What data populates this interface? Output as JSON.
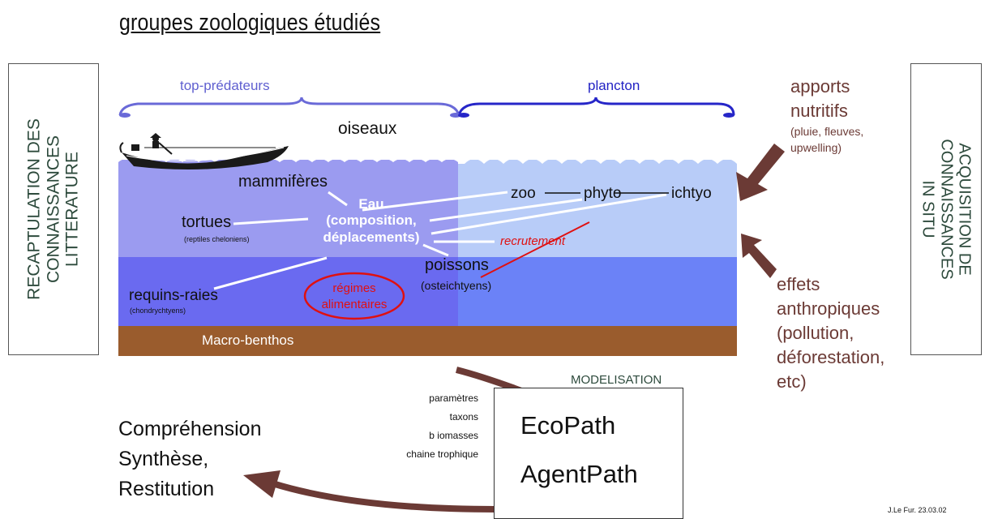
{
  "title": "groupes zoologiques étudiés",
  "left_panel": {
    "line1": "RECAPTULATION  DES",
    "line2": "CONNAISSANCES",
    "line3": "LITTERATURE"
  },
  "right_panel": {
    "line1": "ACQUISITION DE",
    "line2": "CONNAISSANCES",
    "line3": "IN SITU"
  },
  "brace_labels": {
    "top_predators": "top-prédateurs",
    "plankton": "plancton"
  },
  "groups": {
    "birds": "oiseaux",
    "mammals": "mammifères",
    "turtles": "tortues",
    "turtles_sub": "(reptiles cheloniens)",
    "sharks": "requins-raies",
    "sharks_sub": "(chondrychtyens)",
    "fish": "poissons",
    "fish_sub": "(osteichtyens)",
    "zoo": "zoo",
    "phyto": "phyto",
    "ichthyo": "ichtyo",
    "benthos": "Macro-benthos"
  },
  "water": {
    "line1": "Eau",
    "line2": "(composition,",
    "line3": "déplacements)"
  },
  "recruitment": "recrutement",
  "diet": {
    "line1": "régimes",
    "line2": "alimentaires"
  },
  "inputs": {
    "nutrients_line1": "apports",
    "nutrients_line2": "nutritifs",
    "nutrients_sub1": "(pluie, fleuves,",
    "nutrients_sub2": "upwelling)",
    "anthro": [
      "effets",
      "anthropiques",
      "(pollution,",
      "déforestation,",
      "etc)"
    ]
  },
  "modelling": {
    "label": "MODELISATION",
    "params": [
      "paramètres",
      "taxons",
      "b iomasses",
      "chaine trophique"
    ],
    "software": [
      "EcoPath",
      "AgentPath"
    ]
  },
  "outputs": [
    "Compréhension",
    "Synthèse,",
    "Restitution"
  ],
  "credit": "J.Le Fur. 23.03.02",
  "colors": {
    "water_left_top": "#9b9bf0",
    "water_right_top": "#b8ccf8",
    "water_left_deep": "#6a6af0",
    "water_right_deep": "#6b82f7",
    "benthos": "#9a5c2d",
    "arrows": "#6b3a35",
    "brace_left": "#6a6ad8",
    "brace_right": "#2626c8",
    "diet_ring": "#e01010"
  }
}
